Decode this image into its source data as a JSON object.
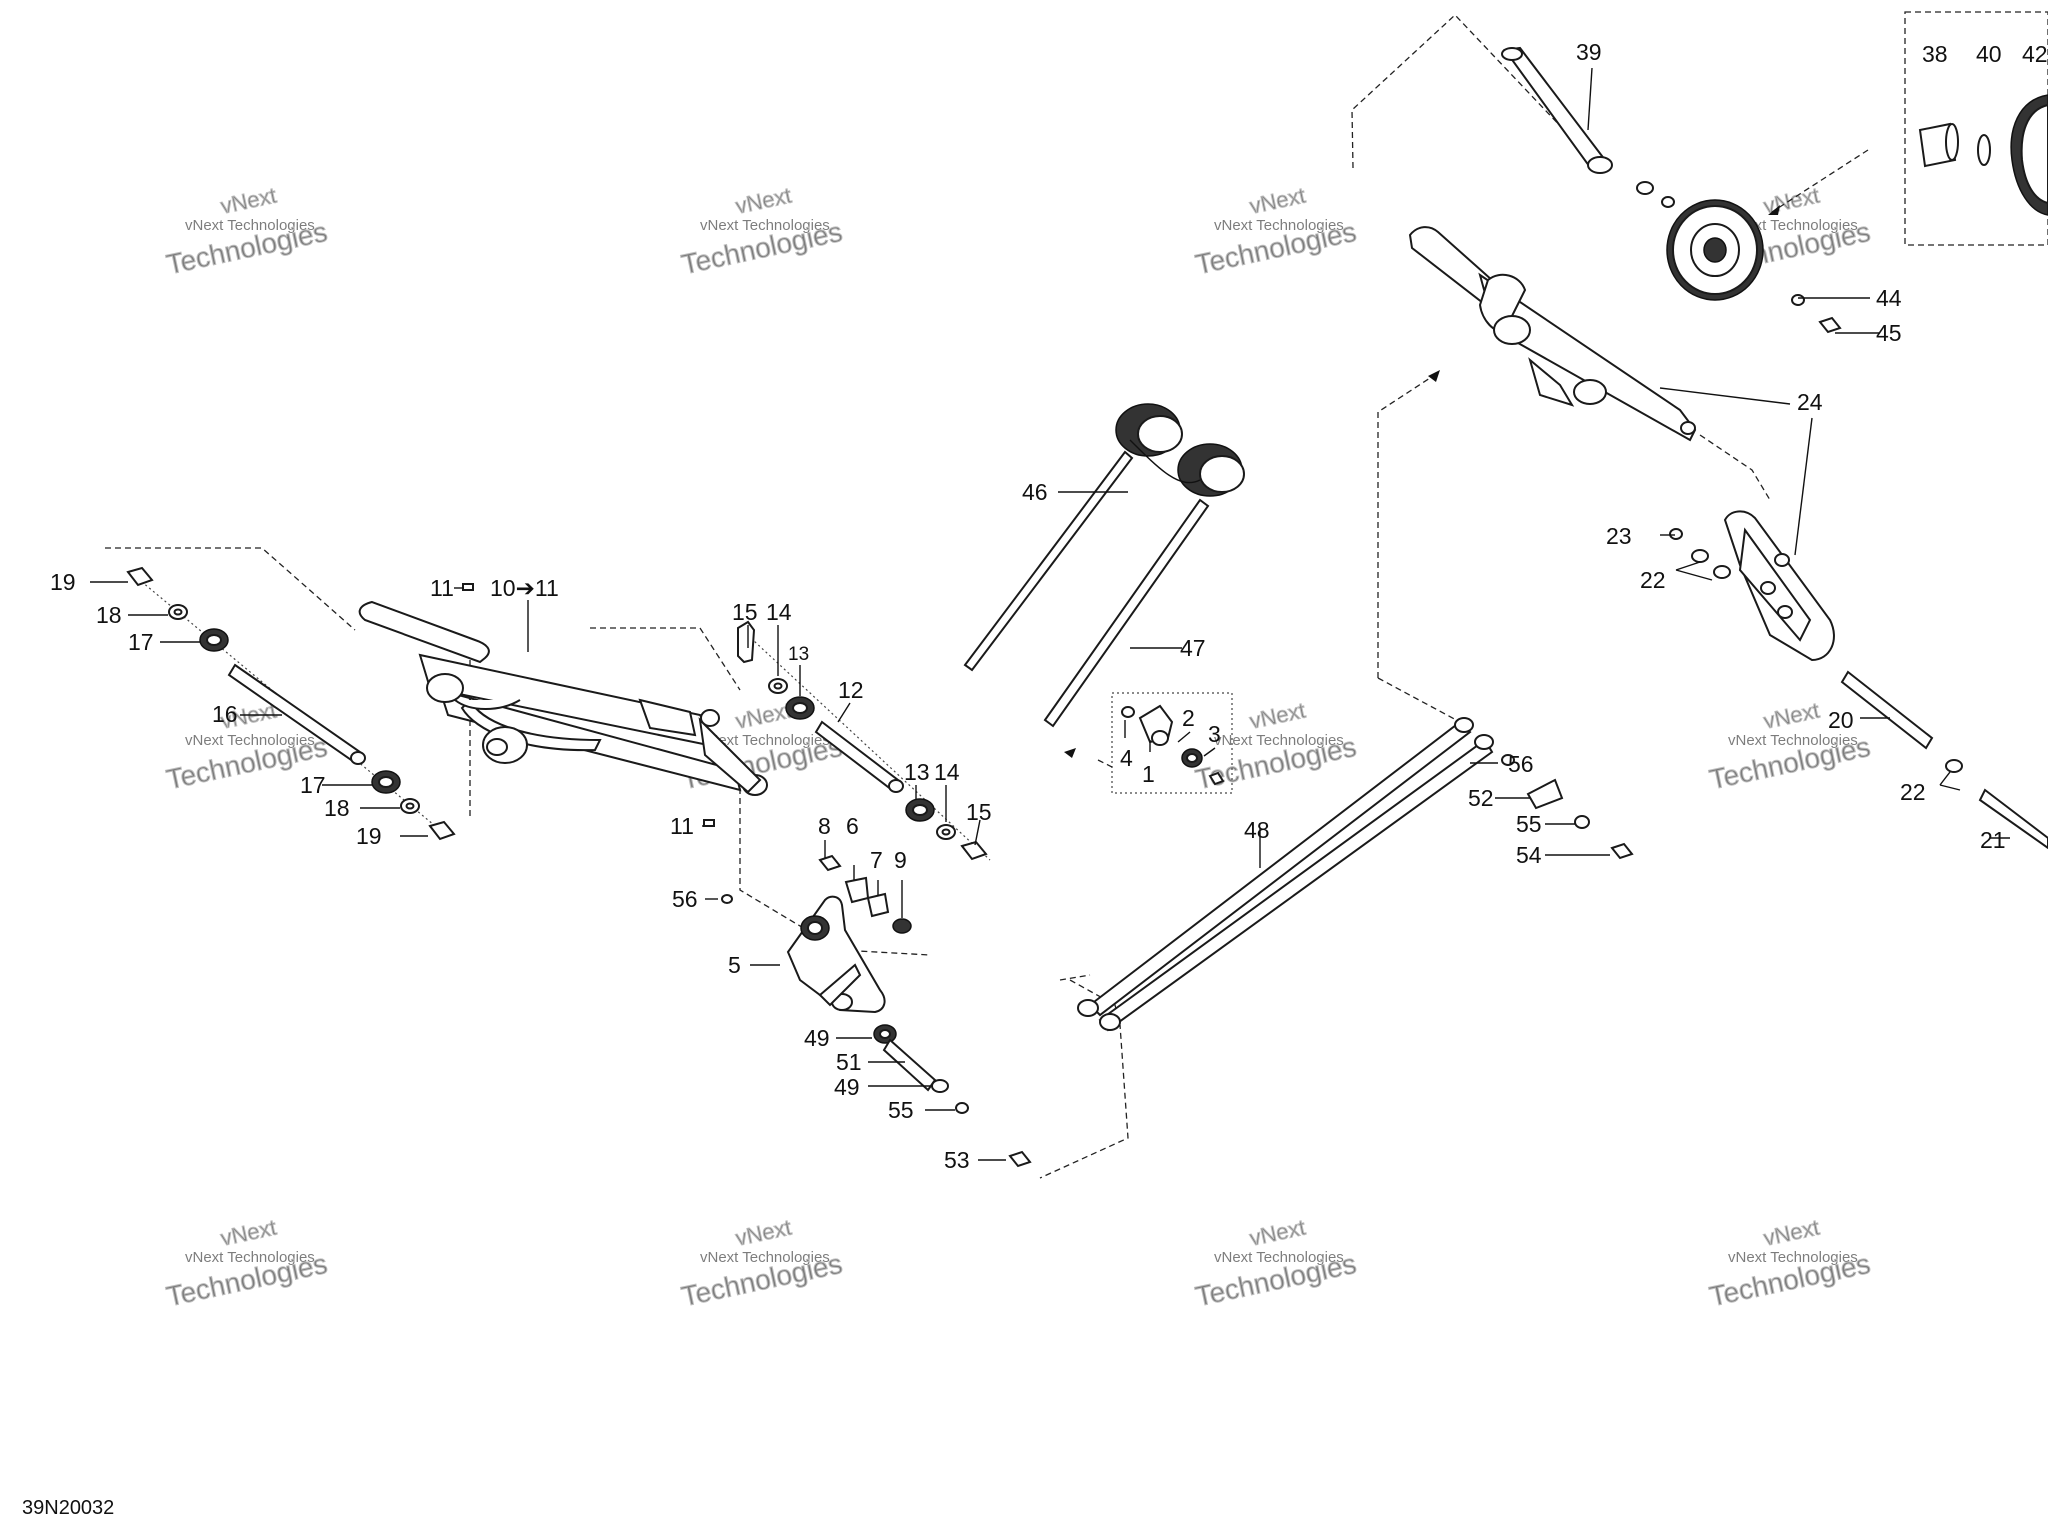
{
  "diagram_code": "39N20032",
  "watermark": {
    "line1": "vNext Technologies",
    "line2": "Technologies",
    "line3": "vNext"
  },
  "labels": {
    "l1": "1",
    "l2": "2",
    "l3": "3",
    "l4": "4",
    "l5": "5",
    "l6": "6",
    "l7": "7",
    "l8": "8",
    "l9": "9",
    "l10_11": "10➔11",
    "l11a": "11",
    "l11b": "11",
    "l12": "12",
    "l13a": "13",
    "l13b": "13",
    "l14a": "14",
    "l14b": "14",
    "l15a": "15",
    "l15b": "15",
    "l16": "16",
    "l17a": "17",
    "l17b": "17",
    "l18a": "18",
    "l18b": "18",
    "l19a": "19",
    "l19b": "19",
    "l20": "20",
    "l21": "21",
    "l22a": "22",
    "l22b": "22",
    "l23": "23",
    "l24": "24",
    "l38": "38",
    "l39": "39",
    "l40": "40",
    "l42": "42",
    "l44": "44",
    "l45": "45",
    "l46": "46",
    "l47": "47",
    "l48": "48",
    "l49a": "49",
    "l49b": "49",
    "l51": "51",
    "l52": "52",
    "l53": "53",
    "l54": "54",
    "l55a": "55",
    "l55b": "55",
    "l56a": "56",
    "l56b": "56"
  }
}
